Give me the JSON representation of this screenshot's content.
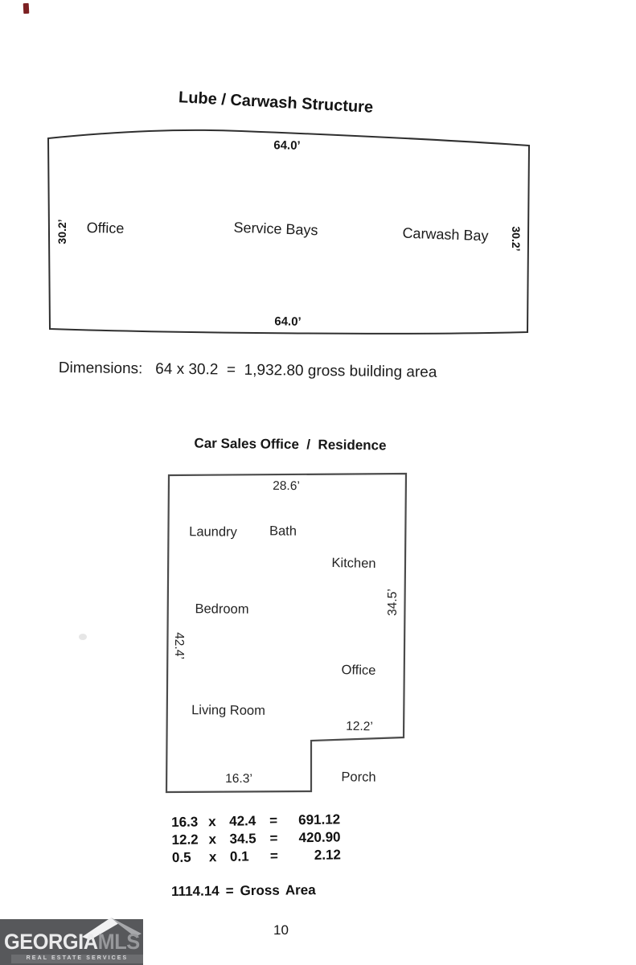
{
  "theme": {
    "paper": "#ffffff",
    "ink": "#1e1e1e",
    "outline1_color": "#2f2f2f",
    "outline2_color": "#4b4b4b",
    "logo_bg": "#57585b",
    "logo_primary_color": "#ebebec",
    "logo_secondary_color": "#97989b",
    "logo_tagline_color": "#d8d8da",
    "corner_mark_color": "#7c2022"
  },
  "lube_structure": {
    "title": "Lube / Carwash Structure",
    "dim_top": "64.0’",
    "dim_bottom": "64.0’",
    "dim_left": "30.2’",
    "dim_right": "30.2’",
    "room_office": "Office",
    "room_service_bays": "Service Bays",
    "room_carwash_bay": "Carwash Bay",
    "dimensions_note": "Dimensions:   64 x 30.2  =  1,932.80 gross building area"
  },
  "residence": {
    "title": "Car Sales Office  /  Residence",
    "dim_top": "28.6’",
    "dim_left": "42.4’",
    "dim_right": "34.5’",
    "dim_step": "12.2’",
    "dim_bottom": "16.3’",
    "room_laundry": "Laundry",
    "room_bath": "Bath",
    "room_kitchen": "Kitchen",
    "room_bedroom": "Bedroom",
    "room_office": "Office",
    "room_living": "Living Room",
    "room_porch": "Porch"
  },
  "calculations": {
    "rows": [
      {
        "a": "16.3",
        "op": "x",
        "b": "42.4",
        "eq": "=",
        "result": "691.12"
      },
      {
        "a": "12.2",
        "op": "x",
        "b": "34.5",
        "eq": "=",
        "result": "420.90"
      },
      {
        "a": "0.5",
        "op": "x",
        "b": "0.1",
        "eq": "=",
        "result": "2.12"
      }
    ],
    "total_value": "1114.14",
    "total_eq": "=",
    "total_label": "Gross Area"
  },
  "footer": {
    "page_number": "10",
    "logo": {
      "brand_primary": "GEORGIA",
      "brand_secondary": "MLS",
      "tagline": "REAL ESTATE SERVICES"
    }
  }
}
